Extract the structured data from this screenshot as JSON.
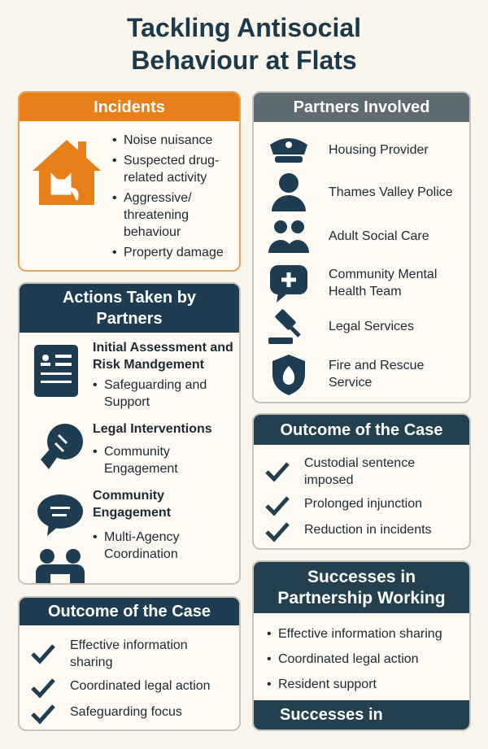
{
  "title": {
    "line1": "Tackling Antisocial",
    "line2": "Behaviour at Flats"
  },
  "incidents": {
    "header": "Incidents",
    "items": [
      "Noise nuisance",
      "Suspected drug-related activity",
      "Aggressive/ threatening behaviour",
      "Property damage"
    ]
  },
  "actions": {
    "header": "Actions Taken by Partners",
    "groups": [
      {
        "title": "Initial Assessment and Risk Mandgement",
        "bullet": "Safeguarding and Support"
      },
      {
        "title": "Legal Interventions",
        "bullet": "Community Engagement"
      },
      {
        "title": "Community Engagement",
        "bullet": "Multi-Agency Coordination"
      }
    ]
  },
  "outcome_left": {
    "header": "Outcome of the Case",
    "items": [
      "Effective information sharing",
      "Coordinated legal action",
      "Safeguarding focus"
    ]
  },
  "partners": {
    "header": "Partners Involved",
    "items": [
      "Housing Provider",
      "Thames Valley Police",
      "Adult Social Care",
      "Community Mental Health Team",
      "Legal Services",
      "Fire and Rescue Service"
    ]
  },
  "outcome_right": {
    "header": "Outcome of the Case",
    "items": [
      "Custodial sentence imposed",
      "Prolonged injunction",
      "Reduction in incidents"
    ]
  },
  "successes": {
    "header": "Successes in Partnership Working",
    "items": [
      "Effective information sharing",
      "Coordinated legal action",
      "Resident support"
    ],
    "footer": "Successes in"
  },
  "colors": {
    "navy": "#1e3d52",
    "orange": "#e8801a",
    "gray": "#5e6b72",
    "background": "#fbf6ec"
  }
}
